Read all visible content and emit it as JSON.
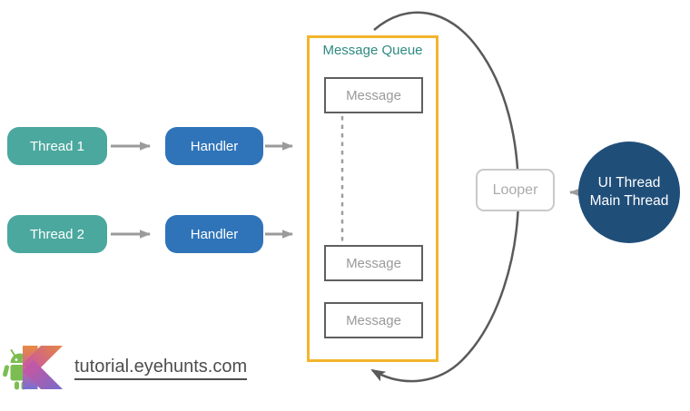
{
  "diagram": {
    "threads": [
      {
        "label": "Thread 1"
      },
      {
        "label": "Thread 2"
      }
    ],
    "handlers": [
      {
        "label": "Handler"
      },
      {
        "label": "Handler"
      }
    ],
    "message_queue": {
      "title": "Message Queue",
      "messages": [
        "Message",
        "Message",
        "Message"
      ]
    },
    "looper": {
      "label": "Looper"
    },
    "ui_thread": {
      "line1": "UI Thread",
      "line2": "Main Thread"
    },
    "icons": {
      "android_robot": "android-robot-icon",
      "kotlin_logo": "kotlin-logo-icon"
    },
    "colors": {
      "thread_fill": "#4BA89E",
      "handler_fill": "#2F74B9",
      "queue_border": "#F3B52D",
      "queue_title_text": "#2E8B82",
      "message_border": "#5F5F5F",
      "message_text": "#9A9A9A",
      "looper_border": "#C9C9C9",
      "looper_text": "#ABABAB",
      "ui_thread_fill": "#1F4E79",
      "connector_gray": "#9B9B9B",
      "cycle_arrow": "#5A5A5A"
    }
  },
  "footer": {
    "site_label": "tutorial.eyehunts.com"
  }
}
